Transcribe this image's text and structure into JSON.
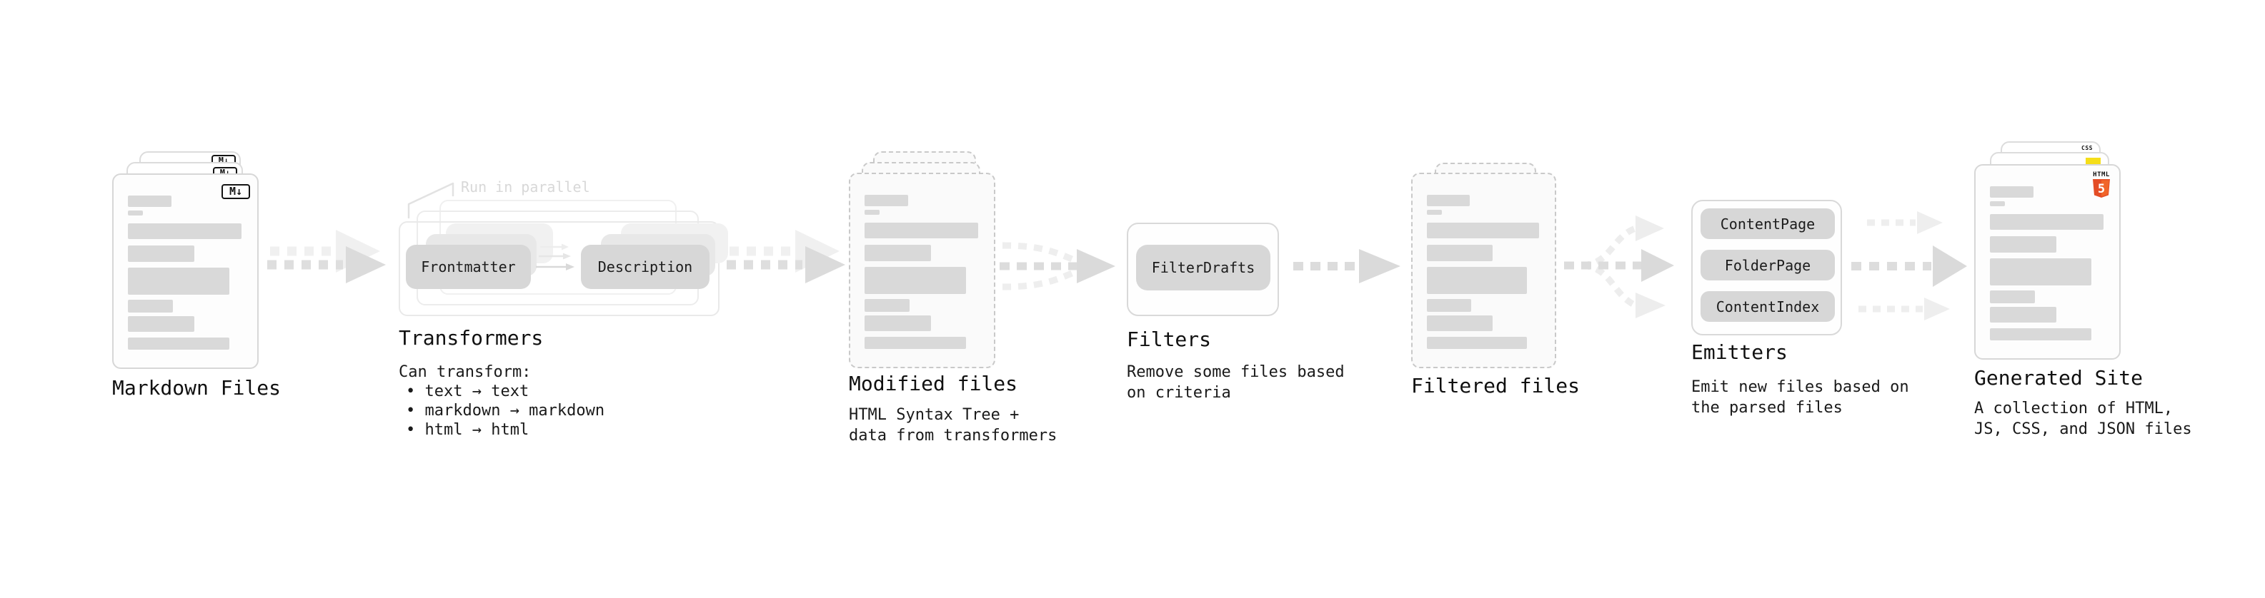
{
  "stages": {
    "markdown_files": {
      "label": "Markdown Files",
      "badge": "M↓"
    },
    "transformers": {
      "label": "Transformers",
      "annotation": "Run in parallel",
      "chip_left": "Frontmatter",
      "chip_right": "Description",
      "desc": [
        "Can transform:",
        "• text → text",
        "• markdown → markdown",
        "• html → html"
      ]
    },
    "modified_files": {
      "label": "Modified files",
      "desc": [
        "HTML Syntax Tree +",
        "data from transformers"
      ]
    },
    "filters": {
      "label": "Filters",
      "chip": "FilterDrafts",
      "desc": [
        "Remove some files based",
        "on criteria"
      ]
    },
    "filtered_files": {
      "label": "Filtered files"
    },
    "emitters": {
      "label": "Emitters",
      "chips": [
        "ContentPage",
        "FolderPage",
        "ContentIndex"
      ],
      "desc": [
        "Emit new files based on",
        "the parsed files"
      ]
    },
    "generated_site": {
      "label": "Generated Site",
      "badges": {
        "html_word": "HTML",
        "html_five": "5",
        "css": "CSS"
      },
      "desc": [
        "A collection of HTML,",
        "JS, CSS, and JSON files"
      ]
    }
  },
  "icons": {
    "markdown-icon": "M↓ boxed badge",
    "html5-icon": "orange HTML5 shield",
    "css-icon": "CSS word with blue underline",
    "js-icon": "yellow JS square",
    "flow-arrow": "dashed gray right arrow"
  },
  "doc_skeleton": {
    "rows": [
      {
        "w": "38%",
        "h": 16,
        "mt": 0
      },
      {
        "w": "13%",
        "h": 7,
        "mt": 5
      },
      {
        "w": "99%",
        "h": 22,
        "mt": 11
      },
      {
        "w": "58%",
        "h": 23,
        "mt": 9
      },
      {
        "w": "88%",
        "h": 38,
        "mt": 8
      },
      {
        "w": "39%",
        "h": 18,
        "mt": 7
      },
      {
        "w": "58%",
        "h": 22,
        "mt": 5
      },
      {
        "w": "88%",
        "h": 17,
        "mt": 8
      }
    ]
  },
  "colors": {
    "background": "#ffffff",
    "card_border": "#d7d7d7",
    "dashed_border": "#c9c9c9",
    "skeleton": "#d9d9d9",
    "chip_bg": "#d7d7d7",
    "arrow_dark": "#dcdcdc",
    "arrow_light": "#efefef",
    "annotation_text": "#d8d8d8",
    "text": "#141414",
    "html5_orange": "#e44d26",
    "html5_orange_light": "#f16529",
    "js_yellow": "#f5de19",
    "css_blue": "#2964f2"
  }
}
